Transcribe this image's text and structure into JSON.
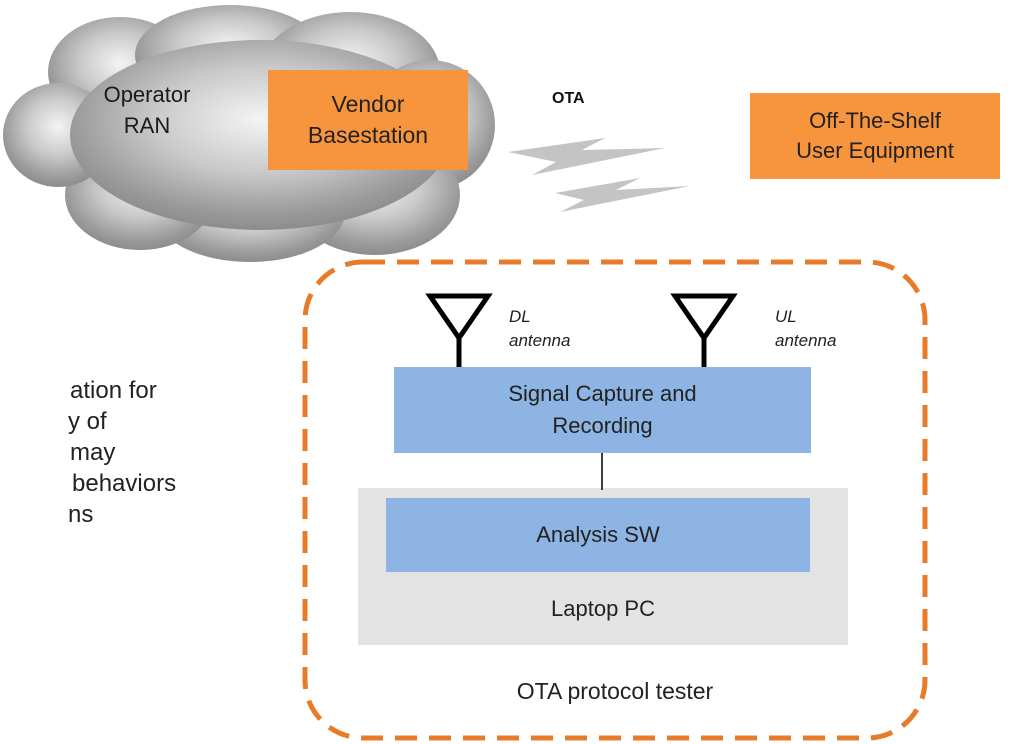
{
  "cloud": {
    "line1": "Operator",
    "line2": "RAN"
  },
  "vendor_basestation": {
    "line1": "Vendor",
    "line2": "Basestation"
  },
  "ota_link": {
    "label": "OTA"
  },
  "user_equipment": {
    "line1": "Off-The-Shelf",
    "line2": "User Equipment"
  },
  "tester": {
    "title": "OTA protocol tester",
    "dl_antenna": {
      "line1": "DL",
      "line2": "antenna"
    },
    "ul_antenna": {
      "line1": "UL",
      "line2": "antenna"
    },
    "signal_capture": {
      "line1": "Signal Capture and",
      "line2": "Recording"
    },
    "analysis_sw": "Analysis SW",
    "laptop": "Laptop PC"
  },
  "partial_text": [
    "ation for",
    "y of",
    "may",
    "behaviors",
    "ns"
  ],
  "colors": {
    "orange": "#f7953f",
    "blue": "#8db4e2",
    "gray_panel": "#e3e3e3",
    "dashed_border": "#e87b2a",
    "cloud": "#b3b3b3",
    "bolt": "#c4c4c4"
  }
}
